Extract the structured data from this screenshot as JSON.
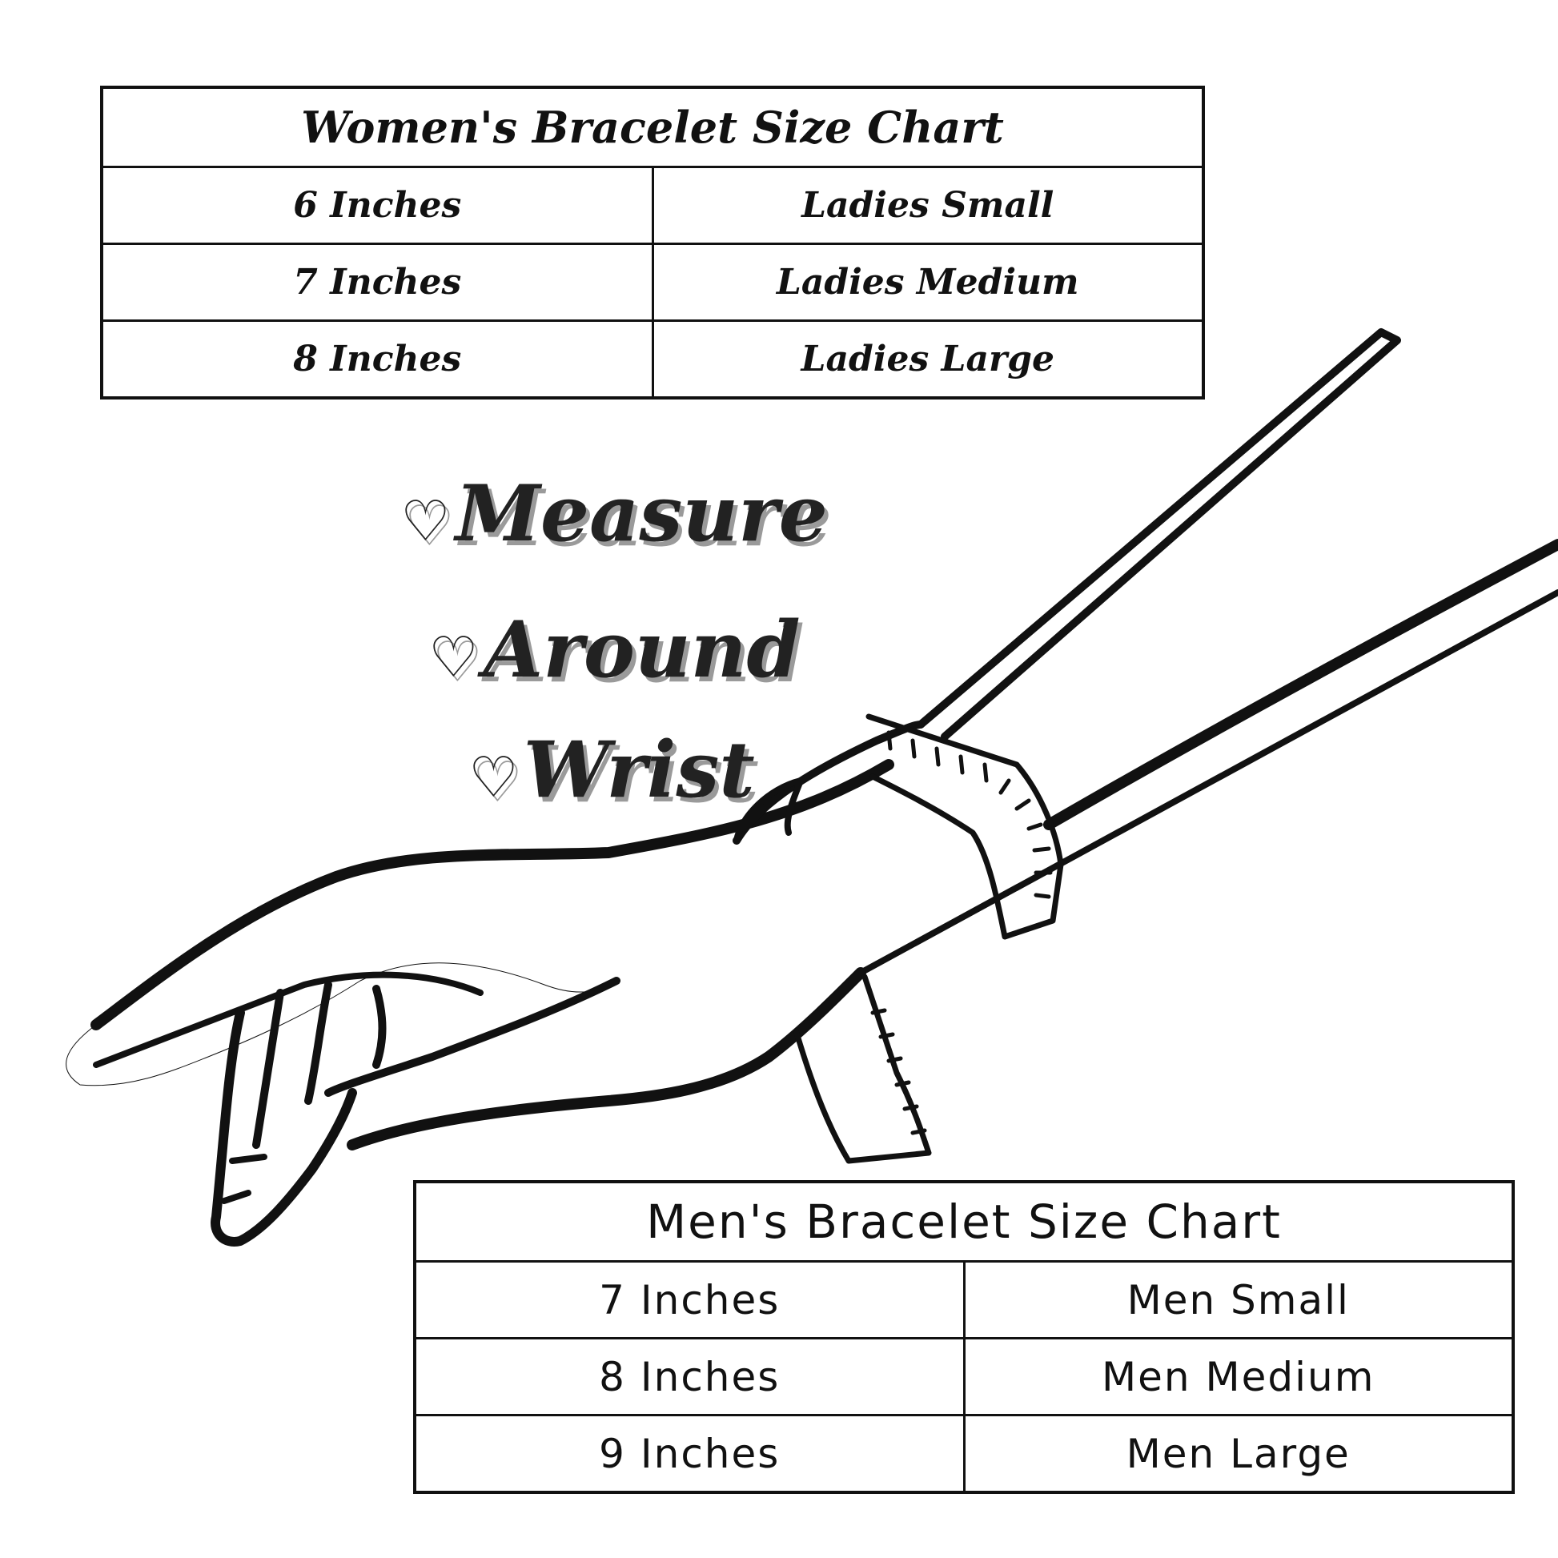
{
  "womens_chart": {
    "title": "Women's Bracelet Size Chart",
    "rows": [
      {
        "size": "6 Inches",
        "label": "Ladies Small"
      },
      {
        "size": "7 Inches",
        "label": "Ladies Medium"
      },
      {
        "size": "8 Inches",
        "label": "Ladies Large"
      }
    ]
  },
  "mens_chart": {
    "title": "Men's Bracelet Size Chart",
    "rows": [
      {
        "size": "7 Inches",
        "label": "Men Small"
      },
      {
        "size": "8 Inches",
        "label": "Men Medium"
      },
      {
        "size": "9 Inches",
        "label": "Men Large"
      }
    ]
  },
  "instruction": {
    "line1": "Measure",
    "line2": "Around",
    "line3": "Wrist"
  },
  "icons": {
    "heart": "heart-icon",
    "hand": "hand-illustration-icon",
    "tape": "measuring-tape-icon"
  },
  "colors": {
    "ink": "#111111",
    "shadow": "#9a9a9a",
    "background": "#ffffff"
  }
}
